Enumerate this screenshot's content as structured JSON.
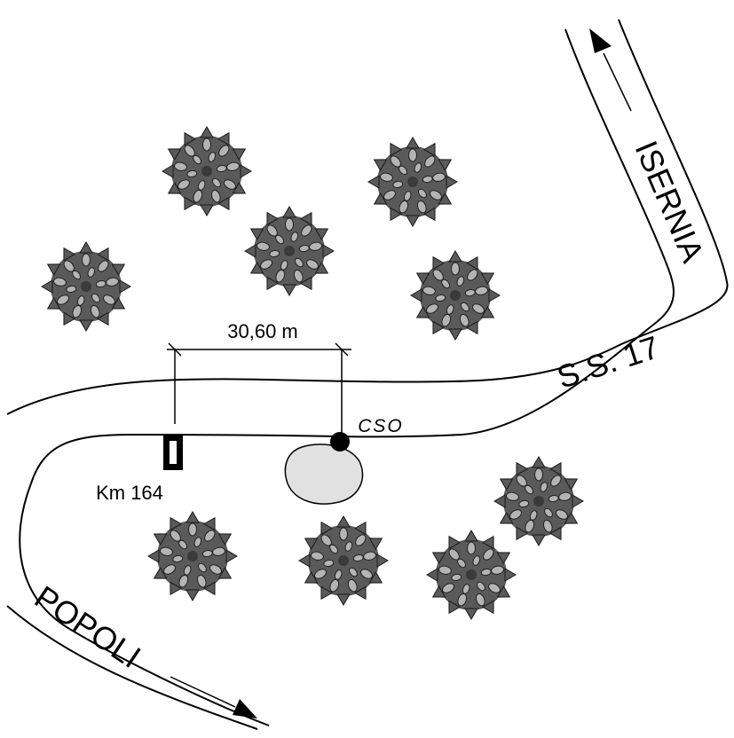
{
  "map": {
    "road_name": "S.S. 17",
    "destination_north": "ISERNIA",
    "destination_south": "POPOLI",
    "distance_label": "30,60 m",
    "station_label": "CSO",
    "milestone_label": "Km 164"
  },
  "icons": {
    "trees": "tree-canopy-icon",
    "pond": "pond-icon",
    "station": "station-point-icon",
    "milestone": "milestone-icon",
    "arrows": "direction-arrow-icon"
  },
  "colors": {
    "tree_fill": "#5a5a5a",
    "tree_leaf": "#b4b4b4",
    "pond_fill": "#e1e1e1",
    "line": "#000000",
    "background": "#ffffff"
  }
}
